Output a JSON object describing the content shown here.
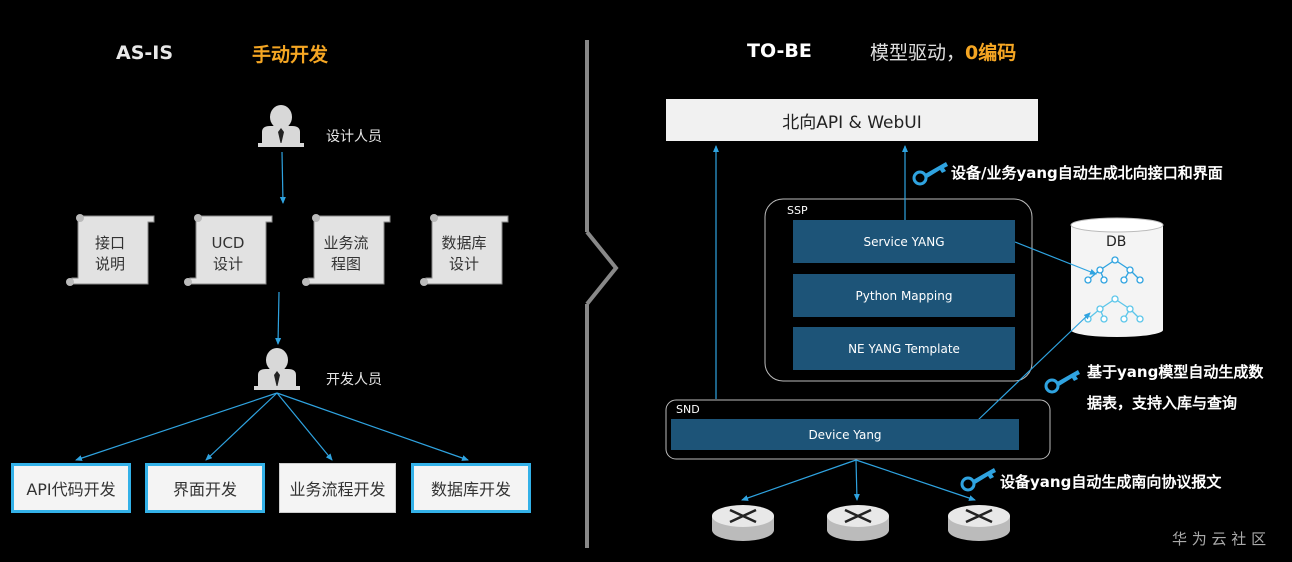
{
  "left": {
    "title": "AS-IS",
    "subtitle": "手动开发",
    "designer_label": "设计人员",
    "developer_label": "开发人员",
    "docs": [
      {
        "line1": "接口",
        "line2": "说明"
      },
      {
        "line1": "UCD",
        "line2": "设计"
      },
      {
        "line1": "业务流",
        "line2": "程图"
      },
      {
        "line1": "数据库",
        "line2": "设计"
      }
    ],
    "dev_tasks": [
      "API代码开发",
      "界面开发",
      "业务流程开发",
      "数据库开发"
    ]
  },
  "right": {
    "title": "TO-BE",
    "subtitle_plain": "模型驱动，",
    "subtitle_highlight": "0编码",
    "northbound": "北向API & WebUI",
    "ssp_label": "SSP",
    "ssp_blocks": [
      "Service YANG",
      "Python Mapping",
      "NE YANG Template"
    ],
    "snd_label": "SND",
    "device_yang": "Device Yang",
    "db_label": "DB",
    "annotations": {
      "northbound_gen": "设备/业务yang自动生成北向接口和界面",
      "db_gen_line1": "基于yang模型自动生成数",
      "db_gen_line2": "据表，支持入库与查询",
      "southbound_gen": "设备yang自动生成南向协议报文"
    }
  },
  "watermark": "华 为 云 社 区",
  "colors": {
    "accent_orange": "#f5a623",
    "accent_blue": "#33b1e8",
    "block_blue": "#1d5478"
  }
}
